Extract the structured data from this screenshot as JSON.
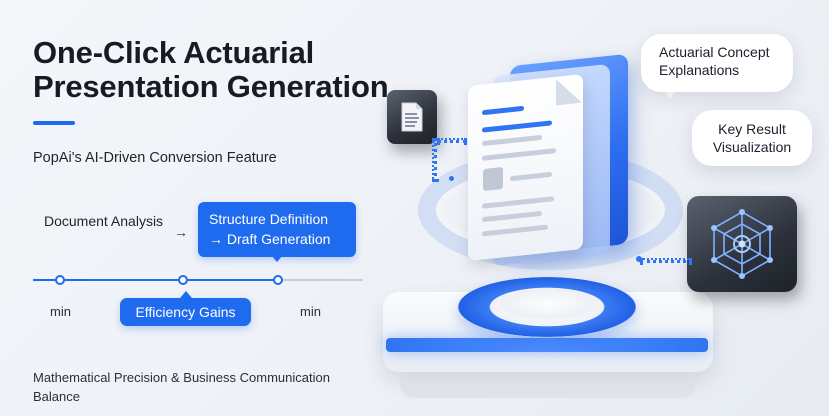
{
  "header": {
    "title_line1": "One-Click Actuarial",
    "title_line2": "Presentation Generation",
    "subtitle": "PopAi's AI-Driven Conversion Feature"
  },
  "workflow": {
    "step_document": "Document Analysis",
    "arrow": "→",
    "step_structure_line1": "Structure Definition",
    "step_structure_line2": "→ Draft Generation",
    "timeline_left_label": "min",
    "timeline_right_label": "min",
    "efficiency_label": "Efficiency Gains"
  },
  "callouts": {
    "concept_line1": "Actuarial Concept",
    "concept_line2": "Explanations",
    "result_line1": "Key Result",
    "result_line2": "Visualization"
  },
  "footer": {
    "text": "Mathematical Precision & Business Communication Balance"
  },
  "icons": {
    "document_cube": "document-icon",
    "network_cube": "network-graph-icon"
  },
  "colors": {
    "accent": "#1f6bf0",
    "title_text": "#161b26"
  }
}
